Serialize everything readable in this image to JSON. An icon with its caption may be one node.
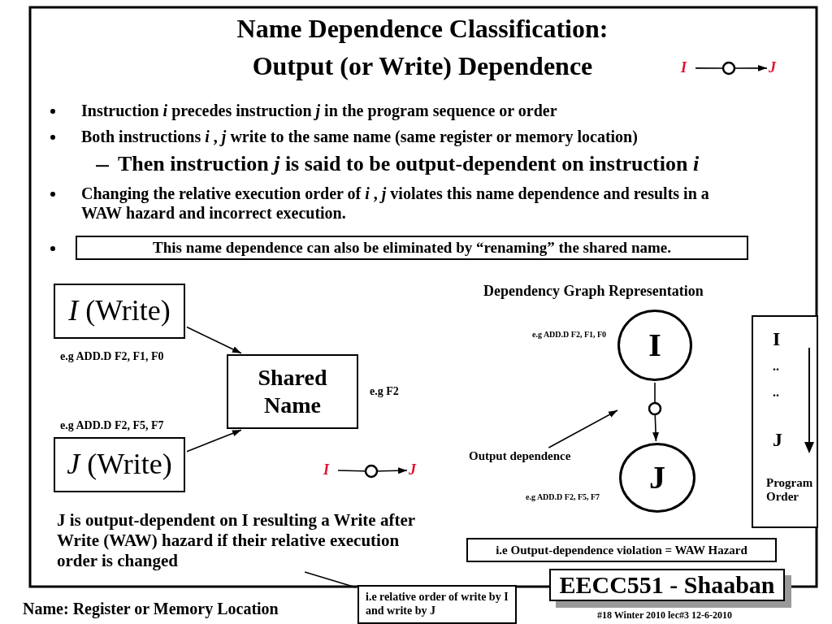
{
  "diagram": {
    "title": "Name Dependence Classification: Output (or Write) Dependence",
    "nodes": [
      {
        "text": [
          "*I* (Write)"
        ],
        "beside": [
          "e.g ADD.D F2, F1, F0"
        ]
      },
      {
        "text": [
          "Shared Name"
        ],
        "beside": [
          "e.g F2"
        ]
      },
      {
        "text": [
          "*J* (Write)"
        ],
        "beside": [
          "e.g ADD.D F2, F5, F7"
        ]
      },
      {
        "text": [
          "I"
        ],
        "beside": [
          "e.g ADD.D F2, F1, F0"
        ]
      },
      {
        "text": [
          "J"
        ],
        "beside": [
          "e.g ADD.D F2, F5, F7"
        ]
      },
      {
        "text": [
          "Output dependence"
        ]
      },
      {
        "text": [
          "I",
          "..",
          "..",
          "J",
          "Program Order"
        ]
      },
      {
        "text": [
          "This name dependence can also be eliminated by “renaming” the shared name."
        ]
      },
      {
        "text": [
          "i.e Output-dependence violation = WAW Hazard"
        ]
      },
      {
        "text": [
          "J is output-dependent on I resulting a Write after Write (WAW) hazard if their relative execution order is changed"
        ]
      },
      {
        "text": [
          "i.e relative order of write by I and write by J"
        ]
      },
      {
        "text": [
          "EECC551 - Shaaban"
        ]
      },
      {
        "text": [
          "I"
        ]
      },
      {
        "text": [
          "J"
        ]
      },
      {
        "text": [
          "I"
        ]
      },
      {
        "text": [
          "J"
        ]
      }
    ],
    "edges": [
      {
        "from": 0,
        "to": 1,
        "arrow": "to"
      },
      {
        "from": 2,
        "to": 1,
        "arrow": "to"
      },
      {
        "from": 3,
        "to": 4,
        "arrow": "to"
      },
      {
        "from": 5,
        "to": null,
        "arrow": "to"
      },
      {
        "from": 10,
        "to": 9,
        "arrow": "none"
      },
      {
        "from": 12,
        "to": 13,
        "arrow": "to"
      },
      {
        "from": 14,
        "to": 15,
        "arrow": "to"
      }
    ],
    "labels": [
      "Instruction *i* precedes instruction *j* in the program sequence or order",
      "Both instructions *i* , *j* write to the same name (same register or memory location)",
      "Then instruction *j* is said to be output-dependent on instruction *i*",
      "Changing the relative execution order of *i* , *j* violates this name dependence and results in a **WAW** hazard and incorrect execution.",
      "Dependency Graph Representation",
      "Name: Register or Memory Location",
      "#18 Winter 2010 lec#3 12-6-2010"
    ]
  }
}
